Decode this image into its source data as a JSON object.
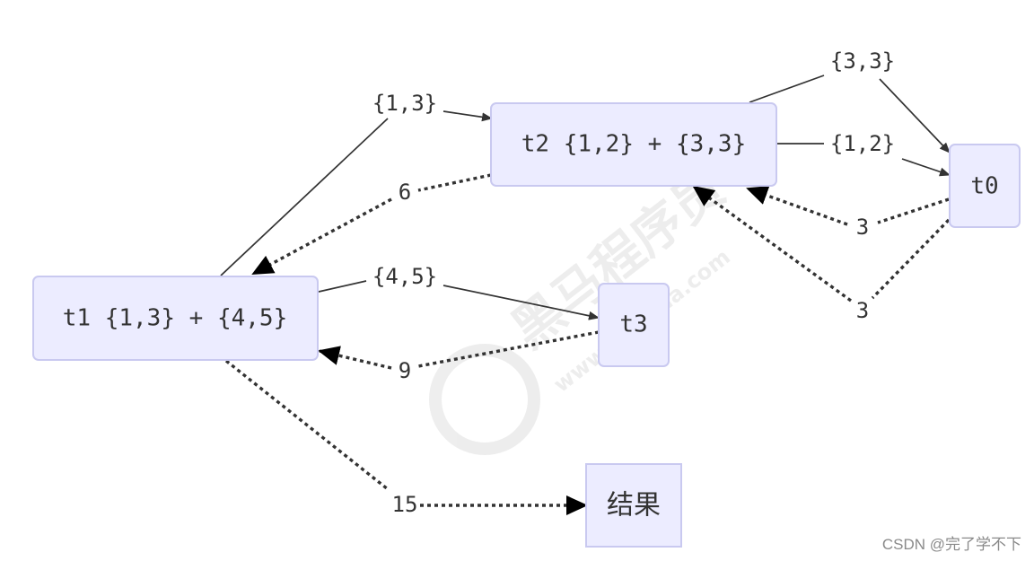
{
  "nodes": {
    "t2": "t2 {1,2} + {3,3}",
    "t0": "t0",
    "t1": "t1 {1,3} + {4,5}",
    "t3": "t3",
    "result": "结果"
  },
  "edge_labels": {
    "t1_to_t2": "{1,3}",
    "t2_to_t0_a": "{3,3}",
    "t2_to_t0_b": "{1,2}",
    "t0_to_t2_a": "3",
    "t0_to_t2_b": "3",
    "t2_to_t1": "6",
    "t1_to_t3": "{4,5}",
    "t3_to_t1": "9",
    "t1_to_result": "15"
  },
  "watermark": {
    "brand": "黑马程序员",
    "url": "www.itheima.com"
  },
  "footer": "CSDN @完了学不下",
  "colors": {
    "node_fill": "#ececff",
    "node_stroke": "#c9c9f0",
    "edge": "#333333"
  }
}
